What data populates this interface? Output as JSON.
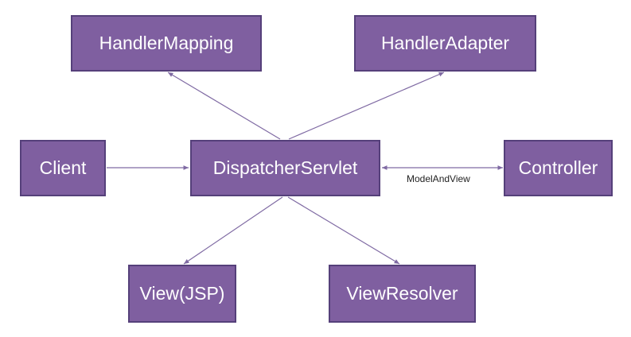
{
  "diagram": {
    "nodes": {
      "handler_mapping": "HandlerMapping",
      "handler_adapter": "HandlerAdapter",
      "client": "Client",
      "dispatcher_servlet": "DispatcherServlet",
      "controller": "Controller",
      "view": "View(JSP)",
      "view_resolver": "ViewResolver"
    },
    "edge_labels": {
      "dispatcher_controller": "ModelAndView"
    },
    "colors": {
      "node_fill": "#7f5fa0",
      "node_border": "#55407a",
      "node_text": "#ffffff",
      "connector": "#7f6aa3"
    }
  }
}
